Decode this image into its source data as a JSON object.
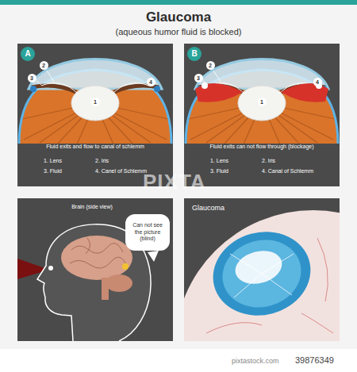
{
  "diagram": {
    "title": "Glaucoma",
    "nodes": [
      {
        "text": [
          "Fluid exits and flow to canal of schlemm"
        ]
      },
      {
        "text": [
          "A"
        ],
        "in": 0
      },
      {
        "text": [
          "Fluid exits can not flow through (blockage)"
        ]
      },
      {
        "text": [
          "B"
        ],
        "in": 2
      },
      {
        "text": [
          "Brain (side view)"
        ]
      },
      {
        "text": [
          "Can not see the picture (blind)"
        ],
        "in": 4
      },
      {
        "text": [
          "Glaucoma"
        ]
      }
    ],
    "labels": [
      "(aqueous humor fluid is blocked)",
      "1",
      "2",
      "3",
      "4",
      "1. Lens",
      "2. Iris",
      "3. Fluid",
      "4. Canel of Schlemm",
      "1",
      "2",
      "3",
      "4",
      "1. Lens",
      "2. Iris",
      "3. Fluid",
      "4. Canal of Schlemm",
      "PIXTA",
      "pixtastock.com",
      "39876349"
    ]
  }
}
